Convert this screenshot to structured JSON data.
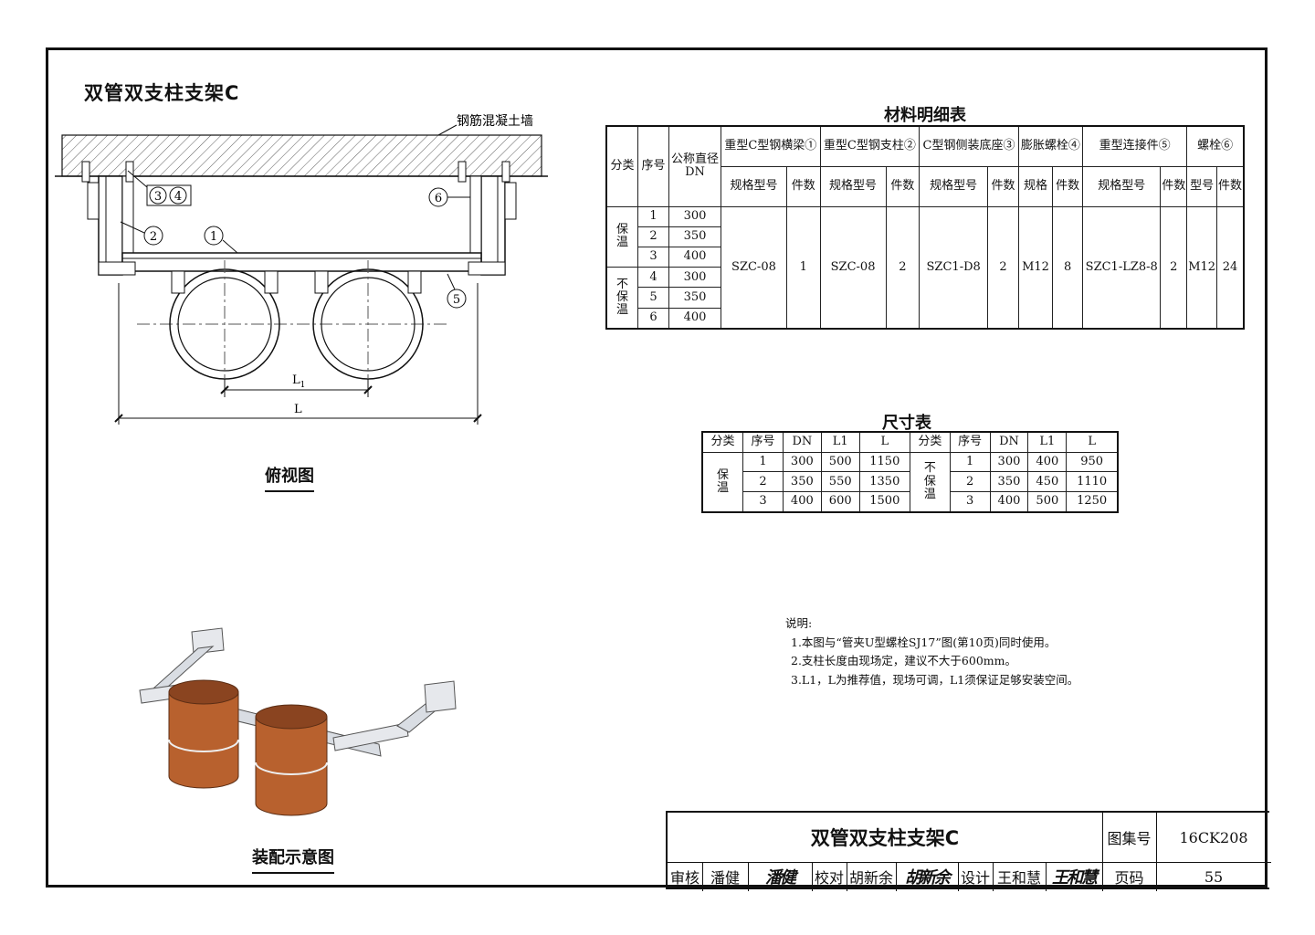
{
  "drawing_title": "双管双支柱支架C",
  "plan_view": {
    "wall_label": "钢筋混凝土墙",
    "callouts": [
      "1",
      "2",
      "3",
      "4",
      "5",
      "6"
    ],
    "dim_L1": "L",
    "dim_L1_sub": "1",
    "dim_L": "L",
    "caption": "俯视图"
  },
  "assembly": {
    "caption": "装配示意图"
  },
  "material_table": {
    "title": "材料明细表",
    "h_cat": "分类",
    "h_seq": "序号",
    "h_dn": "公称直径\nDN",
    "components": [
      "重型C型钢横梁①",
      "重型C型钢支柱②",
      "C型钢侧装底座③",
      "膨胀螺栓④",
      "重型连接件⑤",
      "螺栓⑥"
    ],
    "sub": [
      "规格型号",
      "件数",
      "规格型号",
      "件数",
      "规格型号",
      "件数",
      "规格",
      "件数",
      "规格型号",
      "件数",
      "型号",
      "件数"
    ],
    "cat_insul": "保\n温",
    "cat_noninsul": "不\n保\n温",
    "rows": [
      {
        "seq": "1",
        "dn": "300"
      },
      {
        "seq": "2",
        "dn": "350"
      },
      {
        "seq": "3",
        "dn": "400"
      },
      {
        "seq": "4",
        "dn": "300"
      },
      {
        "seq": "5",
        "dn": "350"
      },
      {
        "seq": "6",
        "dn": "400"
      }
    ],
    "values": [
      "SZC-08",
      "1",
      "SZC-08",
      "2",
      "SZC1-D8",
      "2",
      "M12",
      "8",
      "SZC1-LZ8-8",
      "2",
      "M12",
      "24"
    ]
  },
  "dimension_table": {
    "title": "尺寸表",
    "headers": [
      "分类",
      "序号",
      "DN",
      "L1",
      "L",
      "分类",
      "序号",
      "DN",
      "L1",
      "L"
    ],
    "cat_left": "保\n温",
    "cat_right": "不\n保\n温",
    "rows": [
      [
        "1",
        "300",
        "500",
        "1150",
        "1",
        "300",
        "400",
        "950"
      ],
      [
        "2",
        "350",
        "550",
        "1350",
        "2",
        "350",
        "450",
        "1110"
      ],
      [
        "3",
        "400",
        "600",
        "1500",
        "3",
        "400",
        "500",
        "1250"
      ]
    ]
  },
  "notes": {
    "heading": "说明:",
    "items": [
      "1.本图与“管夹U型螺栓SJ17”图(第10页)同时使用。",
      "2.支柱长度由现场定，建议不大于600mm。",
      "3.L1，L为推荐值，现场可调，L1须保证足够安装空间。"
    ]
  },
  "title_block": {
    "title": "双管双支柱支架C",
    "atlas_label": "图集号",
    "atlas_no": "16CK208",
    "page_label": "页码",
    "page_no": "55",
    "review_label": "审核",
    "reviewer": "潘健",
    "reviewer_sig": "潘健",
    "check_label": "校对",
    "checker": "胡新余",
    "checker_sig": "胡新余",
    "design_label": "设计",
    "designer": "王和慧",
    "designer_sig": "王和慧"
  },
  "colors": {
    "pipe": "#b8612e",
    "pipe_dark": "#8a4420",
    "steel": "#d9dde3",
    "line": "#111111"
  }
}
